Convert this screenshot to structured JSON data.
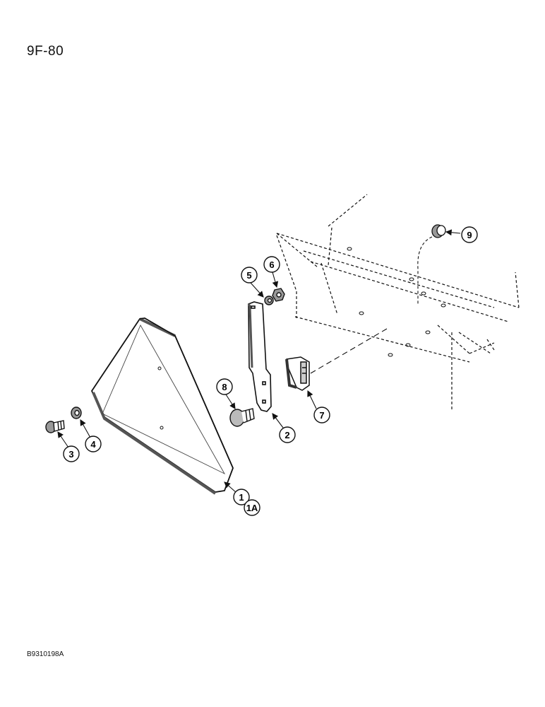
{
  "page_label": "9F-80",
  "figure_code": "B9310198A",
  "callouts": {
    "c1": "1",
    "c1a": "1A",
    "c2": "2",
    "c3": "3",
    "c4": "4",
    "c5": "5",
    "c6": "6",
    "c7": "7",
    "c8": "8",
    "c9": "9"
  }
}
